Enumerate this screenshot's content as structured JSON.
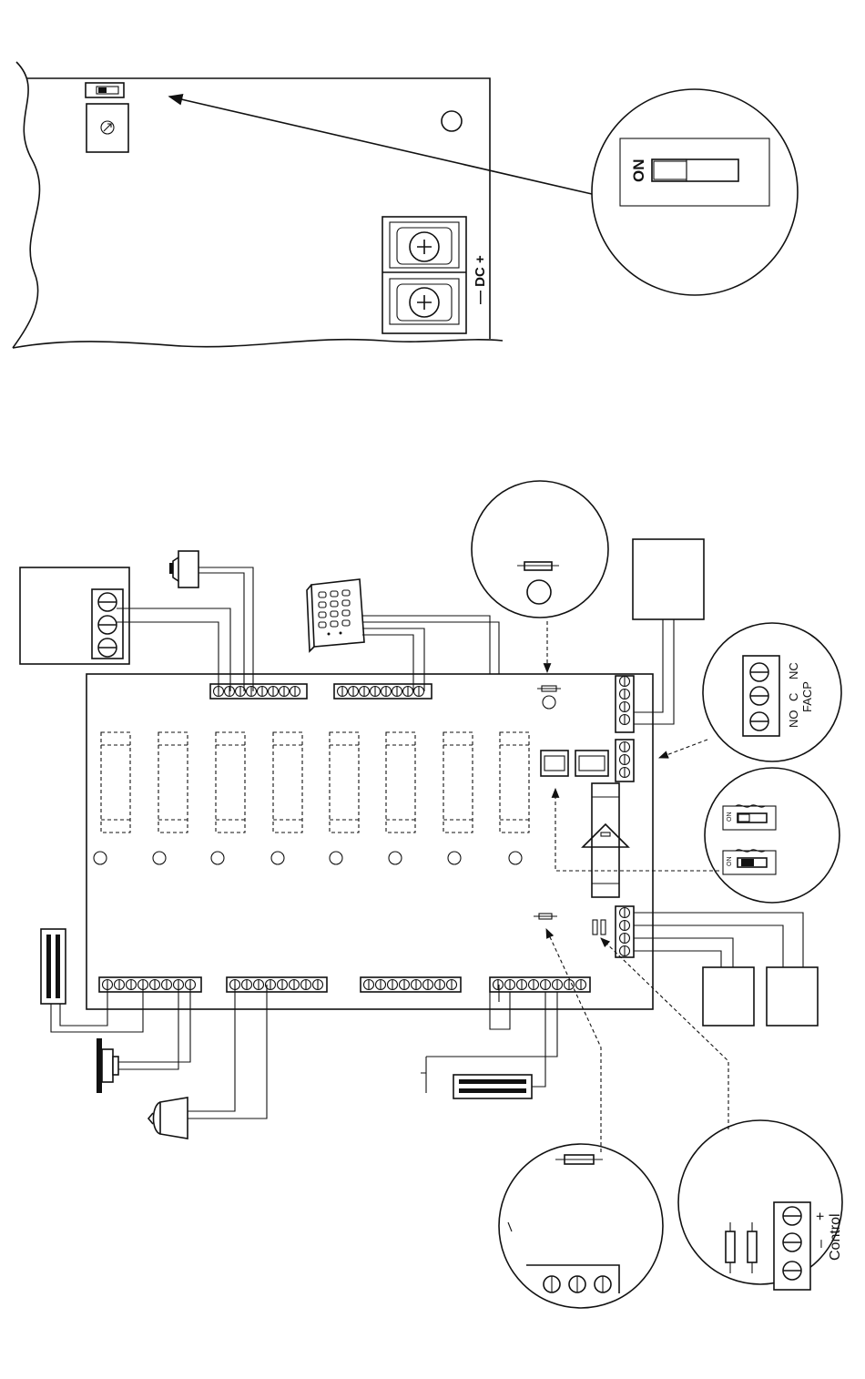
{
  "top_figure": {
    "dip_switch_callout_label": "ON",
    "terminal_label": "— DC +"
  },
  "bottom_figure": {
    "facp_callout": {
      "terminal_labels": [
        "NO",
        "C",
        "NC"
      ],
      "group_label": "FACP"
    },
    "control_callout": {
      "terminal_labels": [
        "–",
        "+"
      ],
      "group_label": "Control"
    },
    "dip_callout_label": "ON"
  }
}
